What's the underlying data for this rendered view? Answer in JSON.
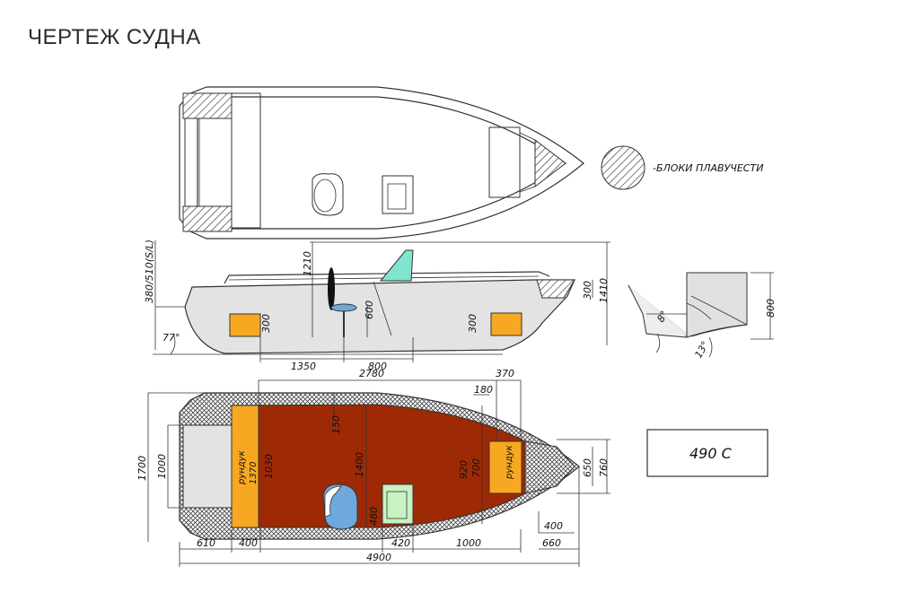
{
  "page": {
    "title": "ЧЕРТЕЖ СУДНА"
  },
  "legend": {
    "label": "-БЛОКИ ПЛАВУЧЕСТИ"
  },
  "model_box": {
    "label": "490 C"
  },
  "colors": {
    "hatch": "#444444",
    "deck_fill": "#9e2a05",
    "chest_fill": "#f7a823",
    "seat_fill": "#6fa8dc",
    "console_fill": "#c9f2c3",
    "hull_fill": "#e3e3e3",
    "windshield_fill": "#7fe5cc"
  },
  "side_view": {
    "dims": {
      "d380": "380/510(S/L)",
      "d1210": "1210",
      "d600": "600",
      "d300a": "300",
      "d300b": "300",
      "d300c": "300",
      "d1410": "1410",
      "d1350": "1350",
      "d800": "800",
      "a77": "77°"
    }
  },
  "transom_view": {
    "dims": {
      "d800": "800",
      "a8": "8°",
      "a13": "13°"
    }
  },
  "plan_view": {
    "dims": {
      "d2780": "2780",
      "d370": "370",
      "d180": "180",
      "d150": "150",
      "d1400": "1400",
      "d920": "920",
      "d700": "700",
      "d1030": "1030",
      "d1370": "1370",
      "d1700": "1700",
      "d1000": "1000",
      "d650": "650",
      "d760": "760",
      "d480": "480",
      "d400_bow": "400",
      "d610": "610",
      "d400": "400",
      "d420": "420",
      "d1000b": "1000",
      "d660": "660",
      "d4900": "4900"
    },
    "chest_label_left": "рундук",
    "chest_label_right": "рундук"
  }
}
